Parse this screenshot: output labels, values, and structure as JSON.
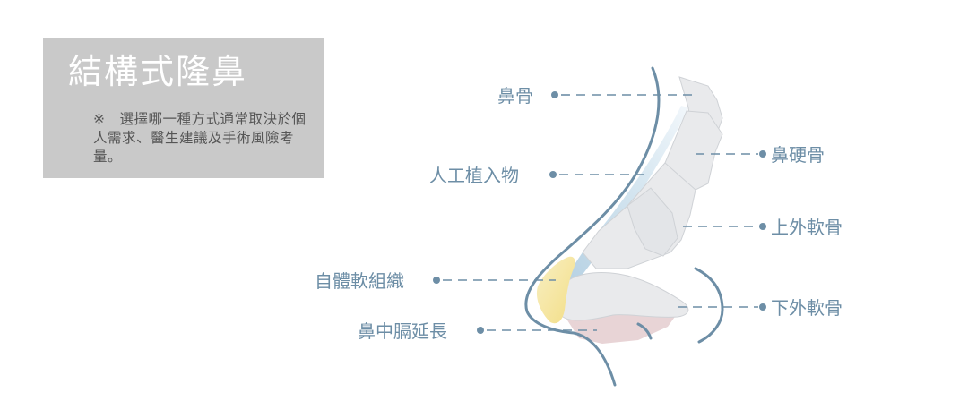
{
  "title": "結構式隆鼻",
  "note": "※　選擇哪一種方式通常取決於個人需求、醫生建議及手術風險考量。",
  "labels": {
    "nasal_bone": "鼻骨",
    "implant": "人工植入物",
    "autologous": "自體軟組織",
    "septal_extension": "鼻中膈延長",
    "upper_nasal_bone": "鼻硬骨",
    "upper_lateral_cartilage": "上外軟骨",
    "lower_lateral_cartilage": "下外軟骨"
  },
  "colors": {
    "accent": "#6d8ea6",
    "title_box": "#c9c9c9",
    "bone": "#e9eaec",
    "implant_blue": "#c4dbe8",
    "autologous_yellow": "#f6e7a4",
    "septum_pink": "#e4cccf"
  }
}
